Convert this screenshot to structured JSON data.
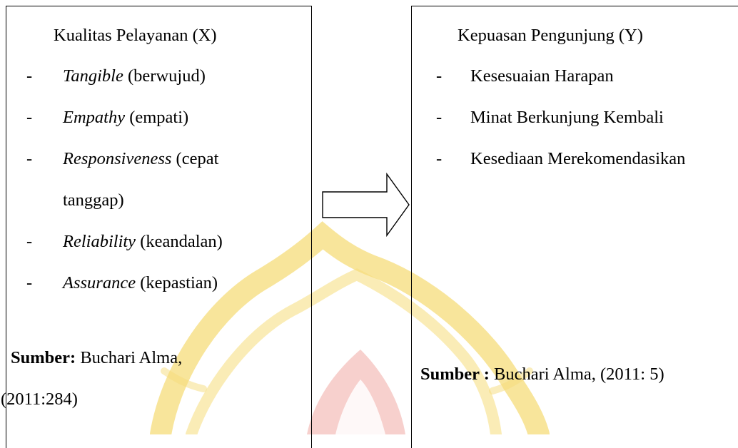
{
  "left_box": {
    "title": "Kualitas Pelayanan (X)",
    "items": [
      {
        "dash": "-",
        "term": "Tangible",
        "desc": " (berwujud)"
      },
      {
        "dash": "-",
        "term": "Empathy",
        "desc": " (empati)"
      },
      {
        "dash": "-",
        "term": "Responsiveness",
        "desc": " (cepat"
      },
      {
        "dash": "",
        "term": "",
        "desc": "tanggap)"
      },
      {
        "dash": "-",
        "term": "Reliability",
        "desc": " (keandalan)"
      },
      {
        "dash": "-",
        "term": "Assurance",
        "desc": " (kepastian)"
      }
    ],
    "source_label": "Sumber:",
    "source_text": " Buchari Alma,",
    "source_year": "(2011:284)"
  },
  "right_box": {
    "title": "Kepuasan Pengunjung (Y)",
    "items": [
      {
        "dash": "-",
        "text": "Kesesuaian Harapan"
      },
      {
        "dash": "-",
        "text": "Minat Berkunjung Kembali"
      },
      {
        "dash": "-",
        "text": "Kesediaan Merekomendasikan"
      }
    ],
    "source_label": "Sumber :",
    "source_text": " Buchari Alma, (2011: 5)"
  },
  "arrow_icon": "right-arrow-icon",
  "watermark_icon": "university-seal-watermark",
  "colors": {
    "watermark_yellow": "#f6dc7a",
    "watermark_red": "#f3b7b2",
    "line": "#000000"
  }
}
